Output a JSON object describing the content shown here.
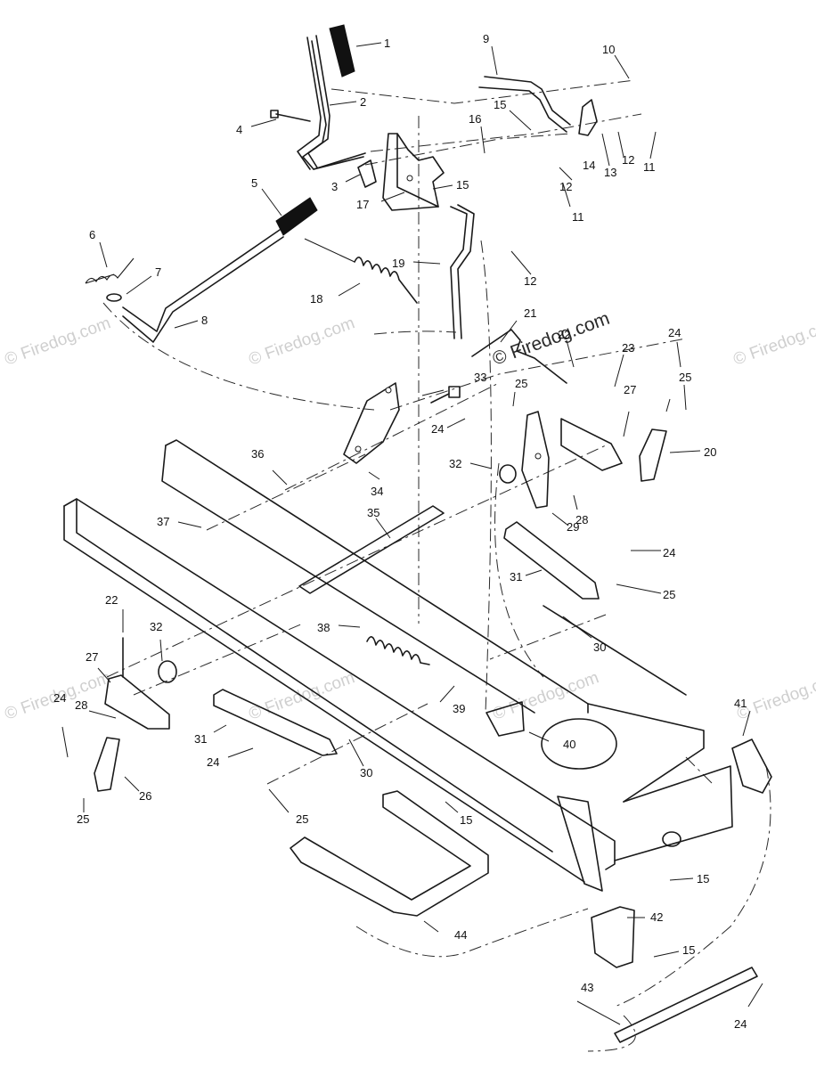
{
  "watermark": {
    "text": "© Firedog.com"
  },
  "callouts": [
    {
      "id": "c1",
      "label": "1"
    },
    {
      "id": "c2",
      "label": "2"
    },
    {
      "id": "c3",
      "label": "3"
    },
    {
      "id": "c4",
      "label": "4"
    },
    {
      "id": "c5",
      "label": "5"
    },
    {
      "id": "c6",
      "label": "6"
    },
    {
      "id": "c7",
      "label": "7"
    },
    {
      "id": "c8",
      "label": "8"
    },
    {
      "id": "c9",
      "label": "9"
    },
    {
      "id": "c10",
      "label": "10"
    },
    {
      "id": "c11a",
      "label": "11"
    },
    {
      "id": "c11b",
      "label": "11"
    },
    {
      "id": "c12a",
      "label": "12"
    },
    {
      "id": "c12b",
      "label": "12"
    },
    {
      "id": "c12c",
      "label": "12"
    },
    {
      "id": "c13",
      "label": "13"
    },
    {
      "id": "c14",
      "label": "14"
    },
    {
      "id": "c15a",
      "label": "15"
    },
    {
      "id": "c15b",
      "label": "15"
    },
    {
      "id": "c15c",
      "label": "15"
    },
    {
      "id": "c15d",
      "label": "15"
    },
    {
      "id": "c15e",
      "label": "15"
    },
    {
      "id": "c16",
      "label": "16"
    },
    {
      "id": "c17",
      "label": "17"
    },
    {
      "id": "c18",
      "label": "18"
    },
    {
      "id": "c19",
      "label": "19"
    },
    {
      "id": "c20",
      "label": "20"
    },
    {
      "id": "c21",
      "label": "21"
    },
    {
      "id": "c22a",
      "label": "22"
    },
    {
      "id": "c22b",
      "label": "22"
    },
    {
      "id": "c23",
      "label": "23"
    },
    {
      "id": "c24a",
      "label": "24"
    },
    {
      "id": "c24b",
      "label": "24"
    },
    {
      "id": "c24c",
      "label": "24"
    },
    {
      "id": "c24d",
      "label": "24"
    },
    {
      "id": "c24e",
      "label": "24"
    },
    {
      "id": "c24f",
      "label": "24"
    },
    {
      "id": "c25a",
      "label": "25"
    },
    {
      "id": "c25b",
      "label": "25"
    },
    {
      "id": "c25c",
      "label": "25"
    },
    {
      "id": "c25d",
      "label": "25"
    },
    {
      "id": "c25e",
      "label": "25"
    },
    {
      "id": "c26",
      "label": "26"
    },
    {
      "id": "c27a",
      "label": "27"
    },
    {
      "id": "c27b",
      "label": "27"
    },
    {
      "id": "c28a",
      "label": "28"
    },
    {
      "id": "c28b",
      "label": "28"
    },
    {
      "id": "c29",
      "label": "29"
    },
    {
      "id": "c30a",
      "label": "30"
    },
    {
      "id": "c30b",
      "label": "30"
    },
    {
      "id": "c31a",
      "label": "31"
    },
    {
      "id": "c31b",
      "label": "31"
    },
    {
      "id": "c32a",
      "label": "32"
    },
    {
      "id": "c32b",
      "label": "32"
    },
    {
      "id": "c33",
      "label": "33"
    },
    {
      "id": "c34",
      "label": "34"
    },
    {
      "id": "c35",
      "label": "35"
    },
    {
      "id": "c36",
      "label": "36"
    },
    {
      "id": "c37",
      "label": "37"
    },
    {
      "id": "c38",
      "label": "38"
    },
    {
      "id": "c39",
      "label": "39"
    },
    {
      "id": "c40",
      "label": "40"
    },
    {
      "id": "c41",
      "label": "41"
    },
    {
      "id": "c42",
      "label": "42"
    },
    {
      "id": "c43",
      "label": "43"
    },
    {
      "id": "c44",
      "label": "44"
    }
  ]
}
